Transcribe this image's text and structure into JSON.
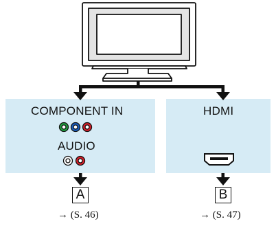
{
  "left_panel": {
    "component_label": "COMPONENT IN",
    "audio_label": "AUDIO",
    "connector_letter": "A",
    "page_ref": "→ (S. 46)",
    "component_jack_colors": [
      "#1fa040",
      "#1a5fc0",
      "#d8202a"
    ],
    "audio_jack_colors": [
      "#ffffff",
      "#d8202a"
    ]
  },
  "right_panel": {
    "hdmi_label": "HDMI",
    "connector_letter": "B",
    "page_ref": "→ (S. 47)"
  },
  "colors": {
    "panel_background": "#d6ebf5"
  }
}
